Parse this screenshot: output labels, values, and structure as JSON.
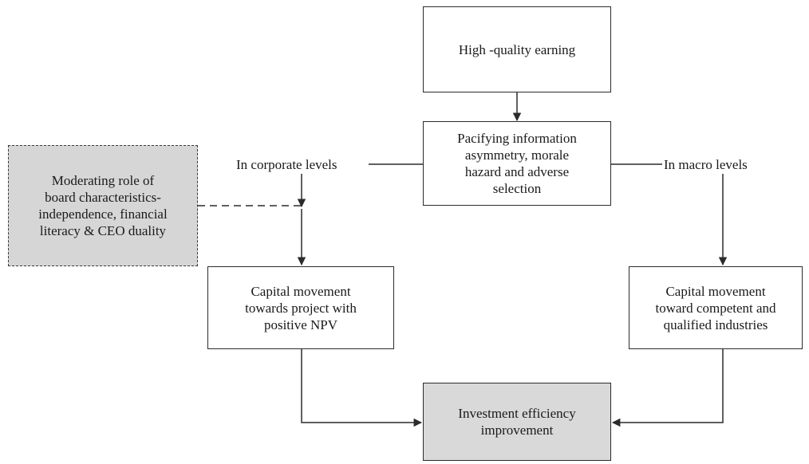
{
  "nodes": {
    "high_quality": "High -quality earning",
    "pacifying": "Pacifying information\nasymmetry, morale\nhazard and adverse\nselection",
    "moderating": "Moderating role of\nboard characteristics-\nindependence, financial\nliteracy & CEO duality",
    "capital_project": "Capital movement\ntowards project with\npositive NPV",
    "capital_industries": "Capital movement\ntoward competent and\nqualified industries",
    "investment": "Investment efficiency\nimprovement"
  },
  "labels": {
    "corporate": "In corporate levels",
    "macro": "In macro levels"
  },
  "colors": {
    "line": "#2b2b2b",
    "shaded_fill": "#d9d9d9",
    "background": "#ffffff"
  }
}
